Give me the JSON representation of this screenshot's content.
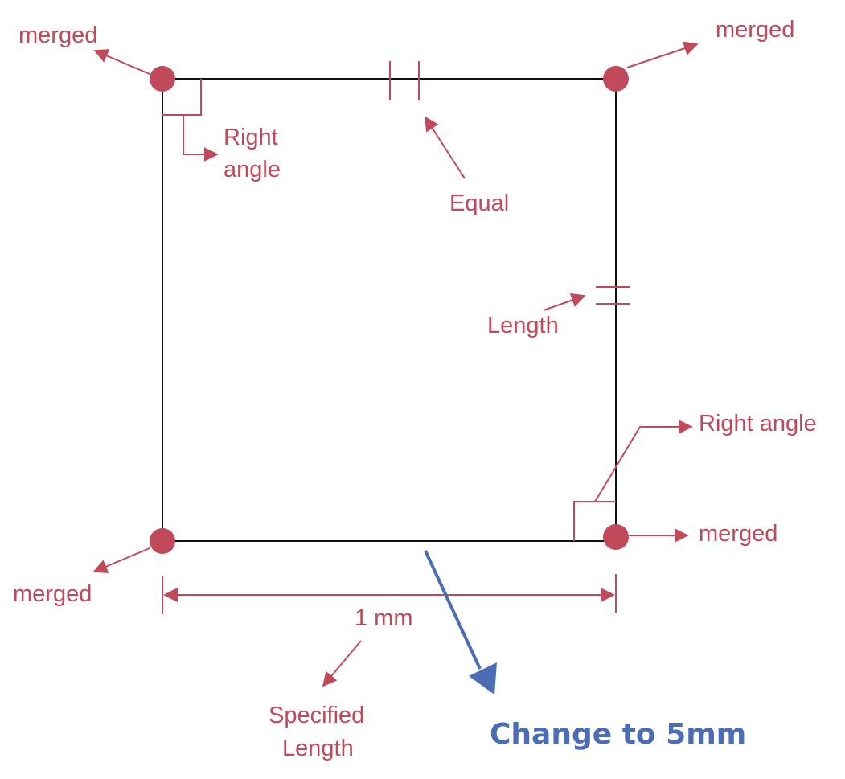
{
  "colors": {
    "annotation": "#c0495a",
    "shape": "#111111",
    "accent": "#4a6db5",
    "background": "#ffffff"
  },
  "labels": {
    "merged_top_left": "merged",
    "merged_top_right": "merged",
    "merged_bottom_left": "merged",
    "merged_bottom_right": "merged",
    "right_angle_top_left_line1": "Right",
    "right_angle_top_left_line2": "angle",
    "right_angle_bottom_right": "Right angle",
    "equal": "Equal",
    "length": "Length",
    "dimension": "1 mm",
    "specified_line1": "Specified",
    "specified_line2": "Length",
    "change": "Change to 5mm"
  }
}
